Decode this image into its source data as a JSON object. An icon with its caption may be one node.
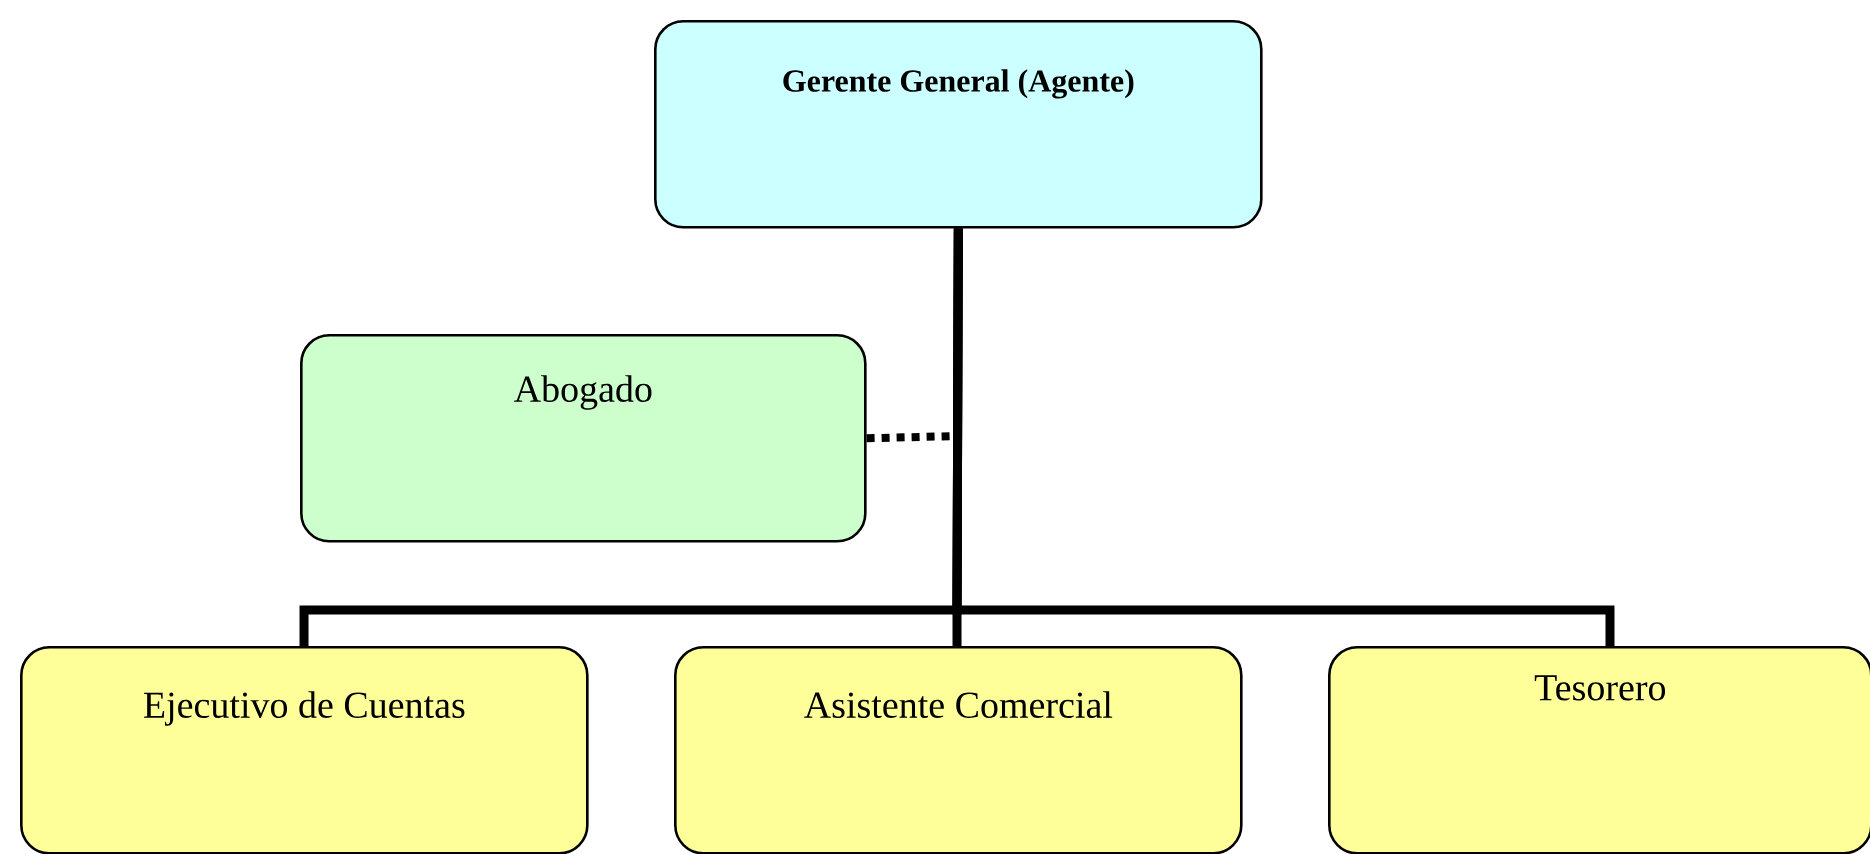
{
  "diagram": {
    "nodes": [
      {
        "text": [
          "Gerente General (Agente)"
        ]
      },
      {
        "text": [
          "Abogado"
        ]
      },
      {
        "text": [
          "Ejecutivo de Cuentas"
        ]
      },
      {
        "text": [
          "Asistente Comercial"
        ]
      },
      {
        "text": [
          "Tesorero"
        ]
      }
    ],
    "edges": [
      {
        "from": 0,
        "to": 2,
        "arrow": "none"
      },
      {
        "from": 0,
        "to": 3,
        "arrow": "none"
      },
      {
        "from": 0,
        "to": 4,
        "arrow": "none"
      },
      {
        "from": 1,
        "to": 0,
        "arrow": "none",
        "style": "dashed"
      }
    ]
  }
}
